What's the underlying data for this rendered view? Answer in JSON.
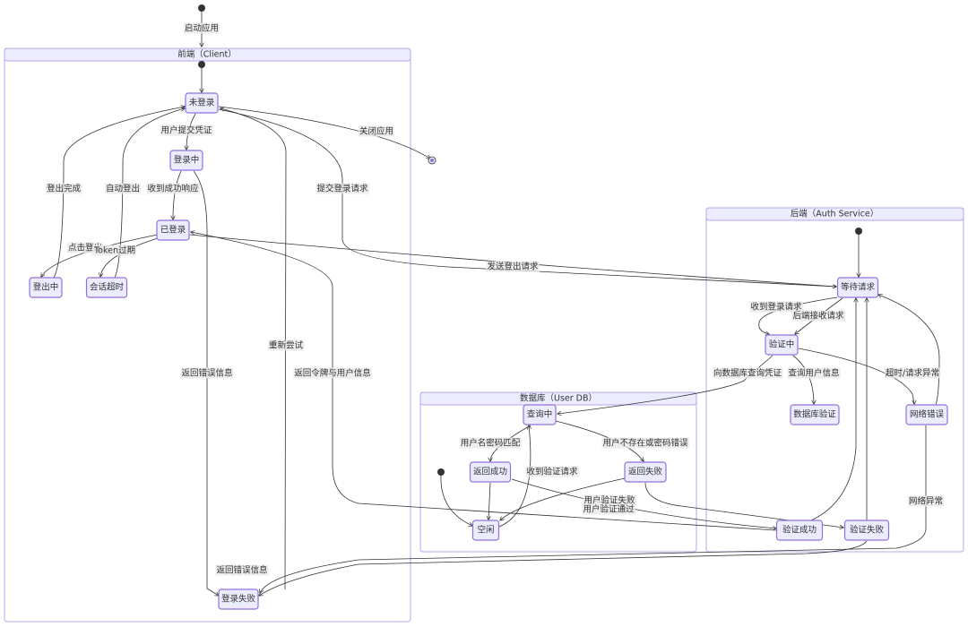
{
  "clusters": {
    "client": "前端（Client）",
    "backend": "后端（Auth Service）",
    "db": "数据库（User DB）"
  },
  "states": {
    "not_logged_in": "未登录",
    "logging_in": "登录中",
    "logged_in": "已登录",
    "logging_out": "登出中",
    "session_timeout": "会话超时",
    "login_failed": "登录失败",
    "waiting": "等待请求",
    "verifying": "验证中",
    "db_verify": "数据库验证",
    "network_error": "网络错误",
    "verify_ok": "验证成功",
    "verify_fail": "验证失败",
    "querying": "查询中",
    "return_ok": "返回成功",
    "return_fail": "返回失败",
    "idle": "空闲"
  },
  "transitions": {
    "start_app": "启动应用",
    "submit_cred": "用户提交凭证",
    "got_success": "收到成功响应",
    "logout_done": "登出完成",
    "auto_logout": "自动登出",
    "click_logout": "点击登出",
    "token_expired": "Token过期",
    "close_app": "关闭应用",
    "submit_login": "提交登录请求",
    "return_error": "返回错误信息",
    "retry": "重新尝试",
    "return_token": "返回令牌与用户信息",
    "send_logout": "发送登出请求",
    "recv_login": "收到登录请求",
    "backend_recv": "后端接收请求",
    "query_db": "向数据库查询凭证",
    "query_user": "查询用户信息",
    "timeout": "超时/请求异常",
    "net_exception": "网络异常",
    "match": "用户名密码匹配",
    "not_exist": "用户不存在或密码错误",
    "recv_verify": "收到验证请求",
    "user_fail": "用户验证失败",
    "user_pass": "用户验证通过",
    "return_error2": "返回错误信息"
  },
  "colors": {
    "node_fill": "#ececff",
    "node_stroke": "#9370db",
    "cluster_stroke": "#b8a6f0"
  }
}
